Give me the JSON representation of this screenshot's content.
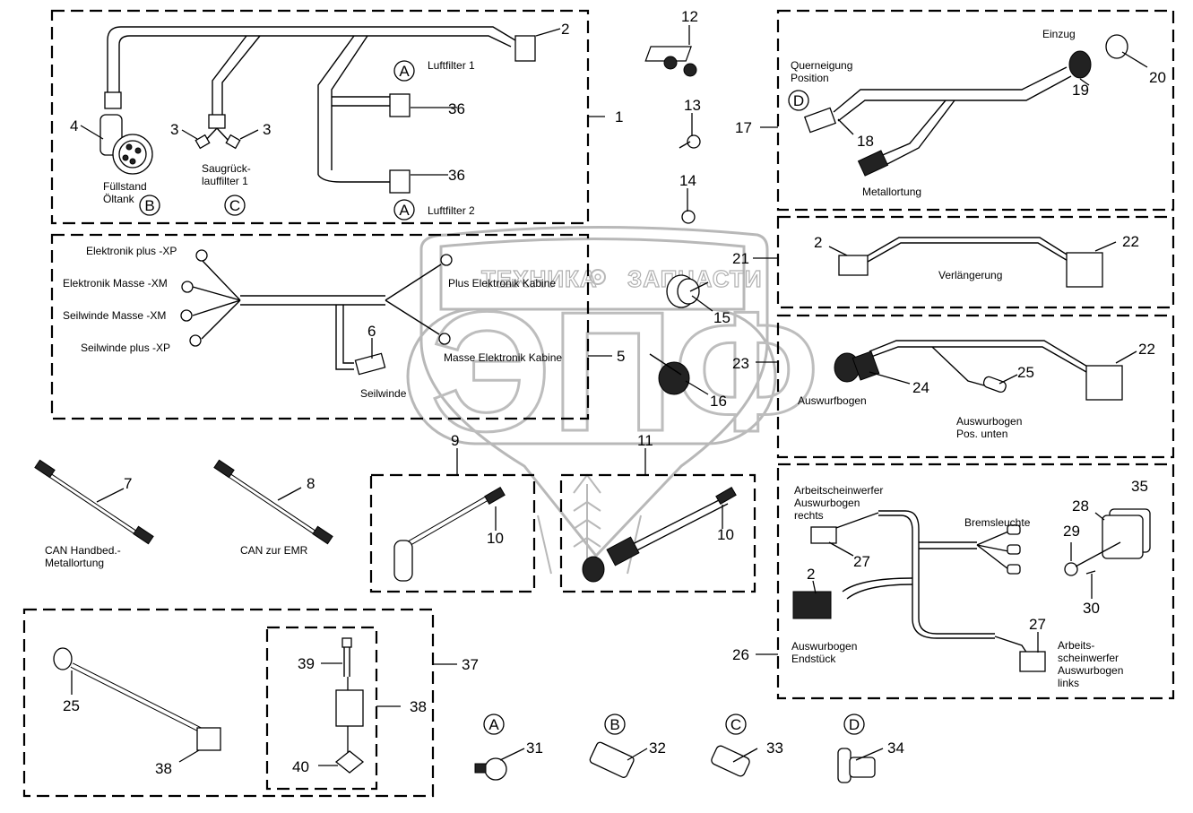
{
  "watermark": {
    "left_text": "ТЕХНИКА",
    "right_text": "ЗАПЧАСТИ",
    "logo_text": "ЭПФ",
    "gear_icon": "gear-icon"
  },
  "groups": {
    "g1": {
      "callout": "1",
      "parts": {
        "p2": "2",
        "p3a": "3",
        "p3b": "3",
        "p4": "4",
        "p36a": "36",
        "p36b": "36"
      },
      "labels": {
        "fuellstand": "Füllstand",
        "oeltank": "Öltank",
        "saug1": "Saugrück-",
        "saug2": "lauffilter 1",
        "luftfilter1": "Luftfilter 1",
        "luftfilter2": "Luftfilter 2"
      },
      "refs": {
        "b": "B",
        "c": "C",
        "a1": "A",
        "a2": "A"
      }
    },
    "g5": {
      "callout": "5",
      "parts": {
        "p6": "6"
      },
      "labels": {
        "el_plus": "Elektronik plus -XP",
        "el_masse": "Elektronik Masse -XM",
        "sw_masse": "Seilwinde Masse -XM",
        "sw_plus": "Seilwinde plus -XP",
        "plus_kab": "Plus Elektronik Kabine",
        "masse_kab": "Masse Elektronik Kabine",
        "seilwinde": "Seilwinde"
      }
    },
    "loose": {
      "p7": "7",
      "p8": "8",
      "p12": "12",
      "p13": "13",
      "p14": "14",
      "p15": "15",
      "p16": "16",
      "can1a": "CAN Handbed.-",
      "can1b": "Metallortung",
      "can2": "CAN zur EMR"
    },
    "g9": {
      "callout": "9",
      "p10": "10"
    },
    "g11": {
      "callout": "11",
      "p10": "10"
    },
    "g17": {
      "callout": "17",
      "parts": {
        "p18": "18",
        "p19": "19",
        "p20": "20"
      },
      "labels": {
        "quer1": "Querneigung",
        "quer2": "Position",
        "einzug": "Einzug",
        "metall": "Metallortung"
      },
      "refs": {
        "d": "D"
      }
    },
    "g21": {
      "callout": "21",
      "parts": {
        "p2": "2",
        "p22": "22"
      },
      "labels": {
        "verl": "Verlängerung"
      }
    },
    "g23": {
      "callout": "23",
      "parts": {
        "p24": "24",
        "p25": "25",
        "p22": "22"
      },
      "labels": {
        "ausw": "Auswurfbogen",
        "unten1": "Auswurbogen",
        "unten2": "Pos. unten"
      }
    },
    "g26": {
      "callout": "26",
      "parts": {
        "p27a": "27",
        "p27b": "27",
        "p2": "2",
        "p28": "28",
        "p29": "29",
        "p30": "30",
        "p35": "35"
      },
      "labels": {
        "r1": "Arbeitscheinwerfer",
        "r2": "Auswurbogen",
        "r3": "rechts",
        "brems": "Bremsleuchte",
        "end1": "Auswurbogen",
        "end2": "Endstück",
        "l1": "Arbeits-",
        "l2": "scheinwerfer",
        "l3": "Auswurbogen",
        "l4": "links"
      }
    },
    "g37": {
      "callout": "37",
      "parts": {
        "p25": "25",
        "p38a": "38",
        "p38b": "38",
        "p39": "39",
        "p40": "40"
      }
    },
    "sensors": [
      {
        "ref": "A",
        "part": "31"
      },
      {
        "ref": "B",
        "part": "32"
      },
      {
        "ref": "C",
        "part": "33"
      },
      {
        "ref": "D",
        "part": "34"
      }
    ]
  }
}
